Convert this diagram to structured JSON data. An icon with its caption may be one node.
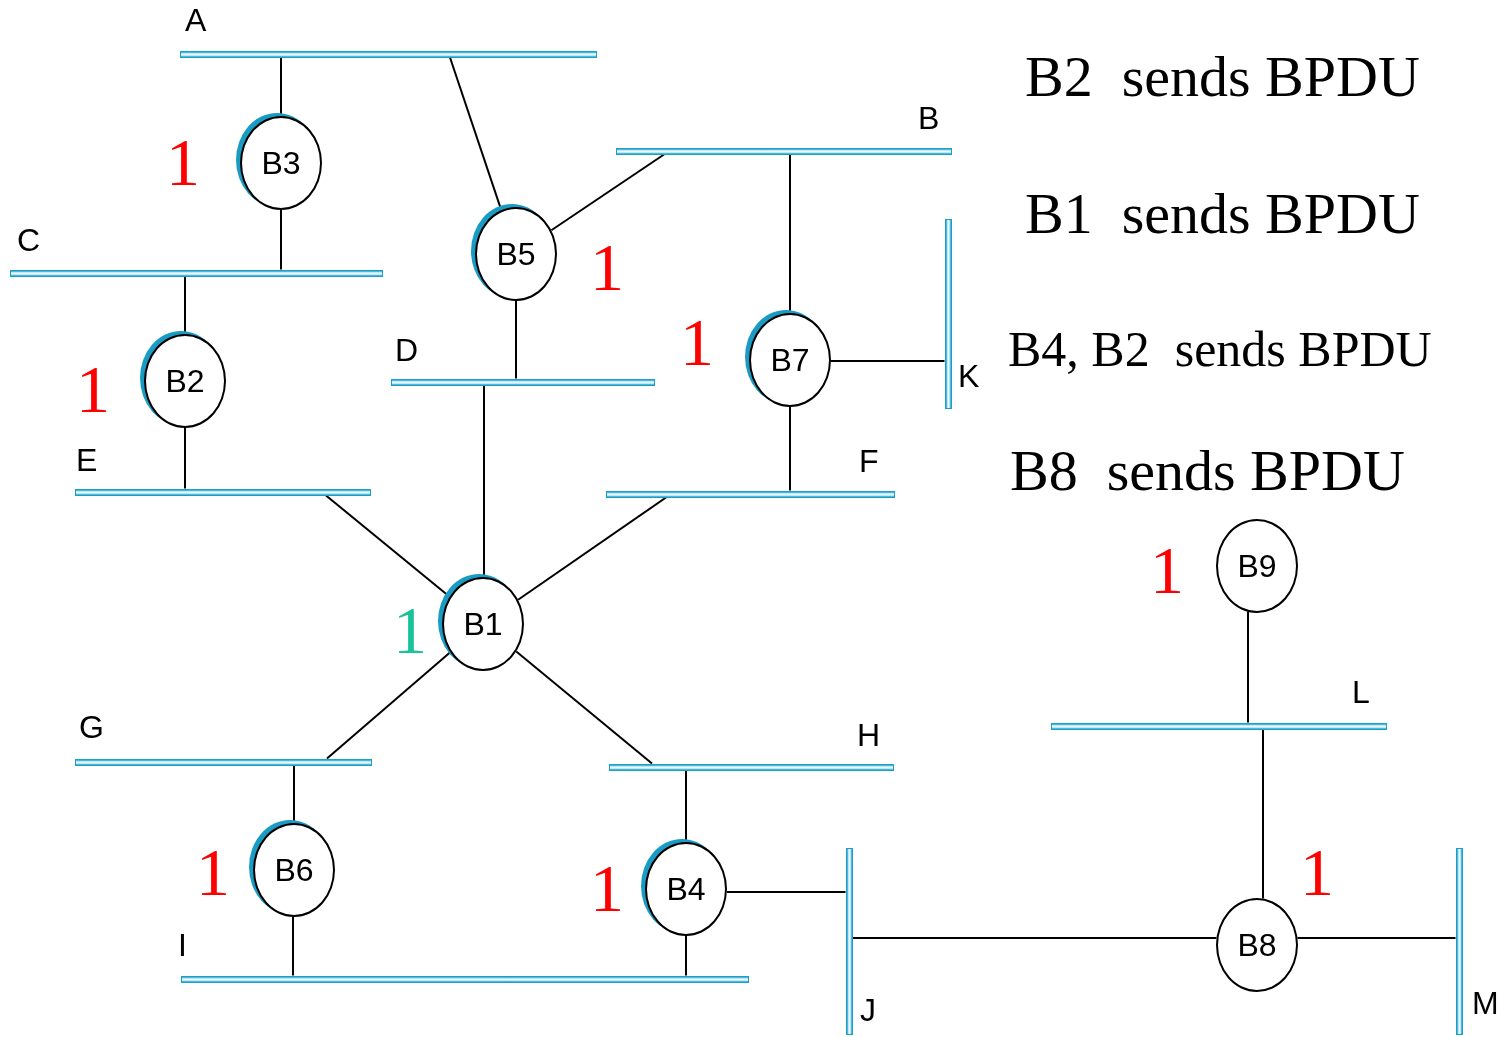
{
  "diagram": {
    "nodes": [
      {
        "text": [
          "A"
        ]
      },
      {
        "text": [
          "B"
        ]
      },
      {
        "text": [
          "C"
        ]
      },
      {
        "text": [
          "D"
        ]
      },
      {
        "text": [
          "E"
        ]
      },
      {
        "text": [
          "F"
        ]
      },
      {
        "text": [
          "G"
        ]
      },
      {
        "text": [
          "H"
        ]
      },
      {
        "text": [
          "I"
        ]
      },
      {
        "text": [
          "J"
        ]
      },
      {
        "text": [
          "K"
        ]
      },
      {
        "text": [
          "L"
        ]
      },
      {
        "text": [
          "M"
        ]
      },
      {
        "text": [
          "B1"
        ]
      },
      {
        "text": [
          "B2"
        ]
      },
      {
        "text": [
          "B3"
        ]
      },
      {
        "text": [
          "B4"
        ]
      },
      {
        "text": [
          "B5"
        ]
      },
      {
        "text": [
          "B6"
        ]
      },
      {
        "text": [
          "B7"
        ]
      },
      {
        "text": [
          "B8"
        ]
      },
      {
        "text": [
          "B9"
        ]
      }
    ],
    "edges": [
      {
        "from": 0,
        "to": 15,
        "arrow": "none"
      },
      {
        "from": 15,
        "to": 2,
        "arrow": "none"
      },
      {
        "from": 0,
        "to": 17,
        "arrow": "none"
      },
      {
        "from": 17,
        "to": 1,
        "arrow": "none"
      },
      {
        "from": 17,
        "to": 3,
        "arrow": "none"
      },
      {
        "from": 1,
        "to": 19,
        "arrow": "none"
      },
      {
        "from": 19,
        "to": 10,
        "arrow": "none"
      },
      {
        "from": 19,
        "to": 5,
        "arrow": "none"
      },
      {
        "from": 2,
        "to": 14,
        "arrow": "none"
      },
      {
        "from": 14,
        "to": 4,
        "arrow": "none"
      },
      {
        "from": 4,
        "to": 13,
        "arrow": "none"
      },
      {
        "from": 3,
        "to": 13,
        "arrow": "none"
      },
      {
        "from": 5,
        "to": 13,
        "arrow": "none"
      },
      {
        "from": 13,
        "to": 6,
        "arrow": "none"
      },
      {
        "from": 13,
        "to": 7,
        "arrow": "none"
      },
      {
        "from": 6,
        "to": 18,
        "arrow": "none"
      },
      {
        "from": 18,
        "to": 8,
        "arrow": "none"
      },
      {
        "from": 7,
        "to": 16,
        "arrow": "none"
      },
      {
        "from": 16,
        "to": 8,
        "arrow": "none"
      },
      {
        "from": 16,
        "to": 9,
        "arrow": "none"
      },
      {
        "from": 9,
        "to": 20,
        "arrow": "none"
      },
      {
        "from": 20,
        "to": 12,
        "arrow": "none"
      },
      {
        "from": 21,
        "to": 11,
        "arrow": "none"
      },
      {
        "from": 11,
        "to": 20,
        "arrow": "none"
      }
    ],
    "labels": [
      "B2  sends BPDU",
      "1",
      "B1  sends BPDU",
      "1",
      "1",
      "B4, B2  sends BPDU",
      "1",
      "B8  sends BPDU",
      "1",
      "1",
      "1",
      "1",
      "1"
    ]
  }
}
